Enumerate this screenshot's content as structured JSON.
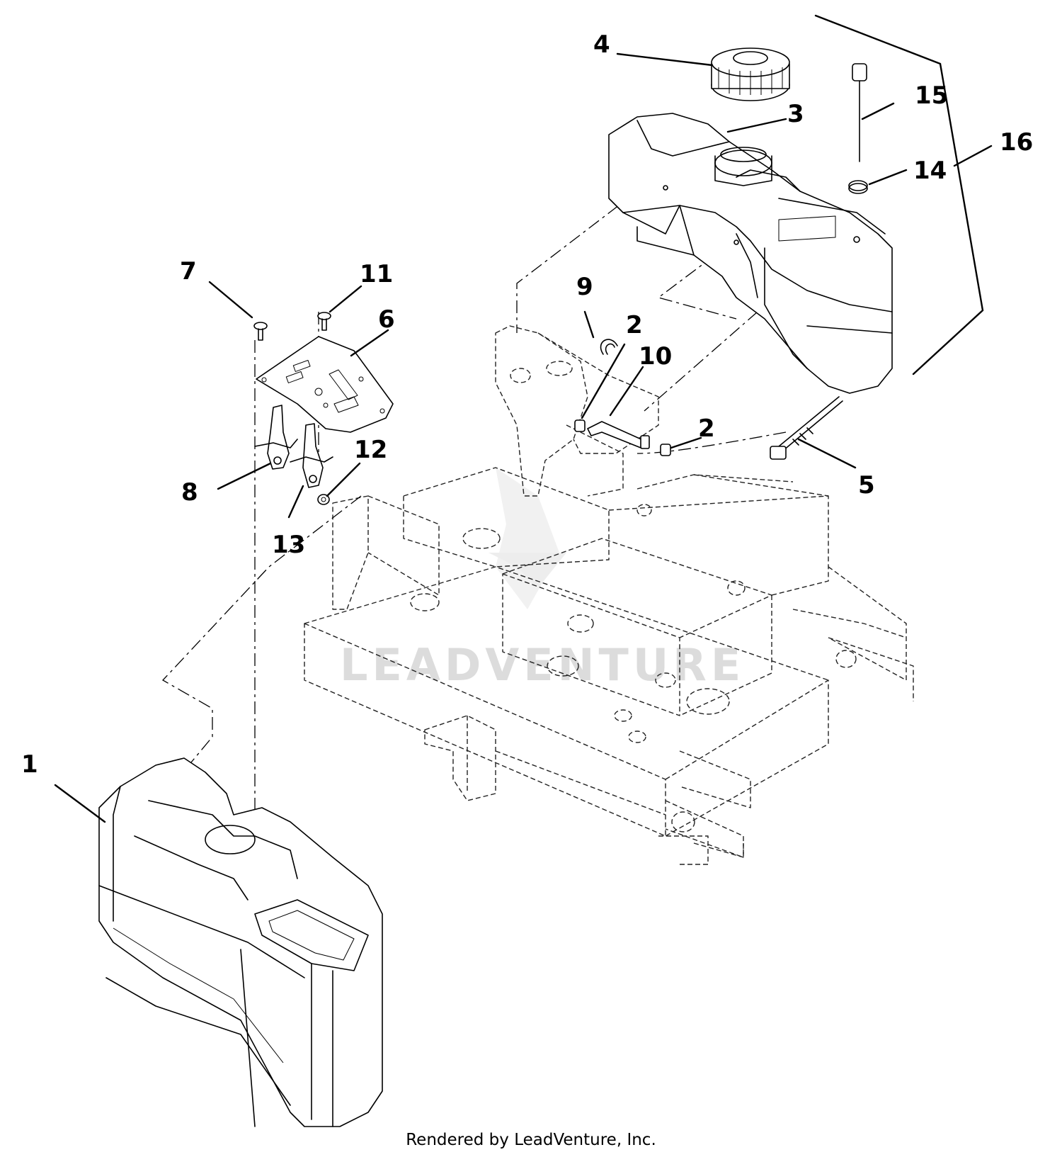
{
  "callouts": {
    "c1": "1",
    "c2a": "2",
    "c2b": "2",
    "c3": "3",
    "c4": "4",
    "c5": "5",
    "c6": "6",
    "c7": "7",
    "c8": "8",
    "c9": "9",
    "c10": "10",
    "c11": "11",
    "c12": "12",
    "c13": "13",
    "c14": "14",
    "c15": "15",
    "c16": "16"
  },
  "watermark": "LEADVENTURE",
  "footer": "Rendered by LeadVenture, Inc."
}
